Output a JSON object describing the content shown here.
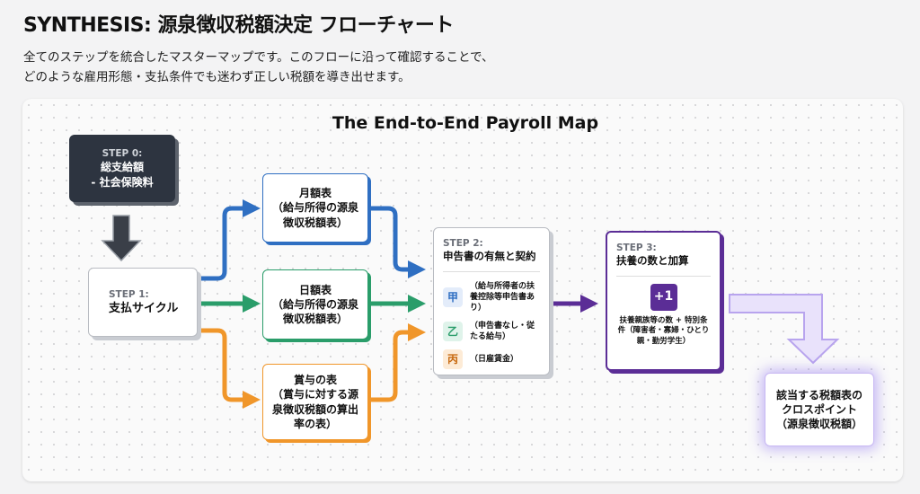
{
  "header": {
    "title": "SYNTHESIS: 源泉徴収税額決定 フローチャート",
    "subtitle_line1": "全てのステップを統合したマスターマップです。このフローに沿って確認することで、",
    "subtitle_line2": "どのような雇用形態・支払条件でも迷わず正しい税額を導き出せます。"
  },
  "diagram": {
    "title": "The End-to-End Payroll Map",
    "step0": {
      "step": "STEP 0:",
      "line1": "総支給額",
      "line2": "- 社会保険料"
    },
    "step1": {
      "step": "STEP 1:",
      "label": "支払サイクル"
    },
    "tables": [
      {
        "line1": "月額表",
        "line2": "（給与所得の源泉",
        "line3": "徴収税額表）",
        "color": "#2f6fc2"
      },
      {
        "line1": "日額表",
        "line2": "（給与所得の源泉",
        "line3": "徴収税額表）",
        "color": "#2a9d6a"
      },
      {
        "line1": "賞与の表",
        "line2": "（賞与に対する源",
        "line3": "泉徴収税額の算出",
        "line4": "率の表）",
        "color": "#f0962a"
      }
    ],
    "step2": {
      "step": "STEP 2:",
      "label": "申告書の有無と契約",
      "items": [
        {
          "key": "甲",
          "text": "（給与所得者の扶養控除等申告書あり）"
        },
        {
          "key": "乙",
          "text": "（申告書なし・従たる給与）"
        },
        {
          "key": "丙",
          "text": "（日雇賃金）"
        }
      ]
    },
    "step3": {
      "step": "STEP 3:",
      "label": "扶養の数と加算",
      "badge": "+1",
      "desc": "扶養親族等の数 + 特別条件（障害者・寡婦・ひとり親・勤労学生）",
      "color": "#5b2d96"
    },
    "result": {
      "line1": "該当する税額表の",
      "line2": "クロスポイント",
      "line3": "（源泉徴収税額）"
    }
  }
}
